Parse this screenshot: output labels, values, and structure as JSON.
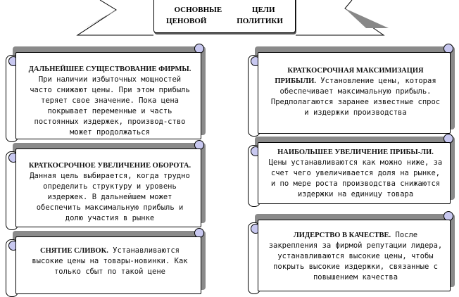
{
  "header": {
    "title_line1": "ОСНОВНЫЕ ЦЕЛИ",
    "title_line2": "ЦЕНОВОЙ ПОЛИТИКИ"
  },
  "left": [
    {
      "title": "ДАЛЬНЕЙШЕЕ СУЩЕСТВОВАНИЕ ФИРМЫ.",
      "text": "При наличии избыточных мощностей часто снижают цены. При этом прибыль теряет свое значение. Пока цена покрывает переменные и часть постоянных издержек, производ-ство может продолжаться"
    },
    {
      "title": "КРАТКОСРОЧНОЕ УВЕЛИЧЕНИЕ ОБОРОТА.",
      "text": "Данная цель выбирается, когда трудно определить структуру и уровень издержек. В дальнейшем может обеспечить максимальную прибыль и долю участия в рынке"
    },
    {
      "title": "СНЯТИЕ СЛИВОК.",
      "text": "Устанавливаются высокие цены на товары-новинки. Как только сбыт по такой цене"
    }
  ],
  "right": [
    {
      "title": "КРАТКОСРОЧНАЯ МАКСИМИЗАЦИЯ ПРИБЫЛИ.",
      "text": "Установление цены, которая обеспечивает максимальную прибыль. Предполагаются заранее известные спрос и издержки производства"
    },
    {
      "title": "НАИБОЛЬШЕЕ УВЕЛИЧЕНИЕ ПРИБЫ-ЛИ.",
      "text": "Цены устанавливаются как можно ниже, за счет чего увеличивается доля на рынке, и по мере роста производства снижаются издержки на единицу товара"
    },
    {
      "title": "ЛИДЕРСТВО В КАЧЕСТВЕ.",
      "text": "После закрепления за фирмой репутации лидера, устанавливаются высокие цены, чтобы покрыть высокие издержки, связанные с повышением качества"
    }
  ]
}
